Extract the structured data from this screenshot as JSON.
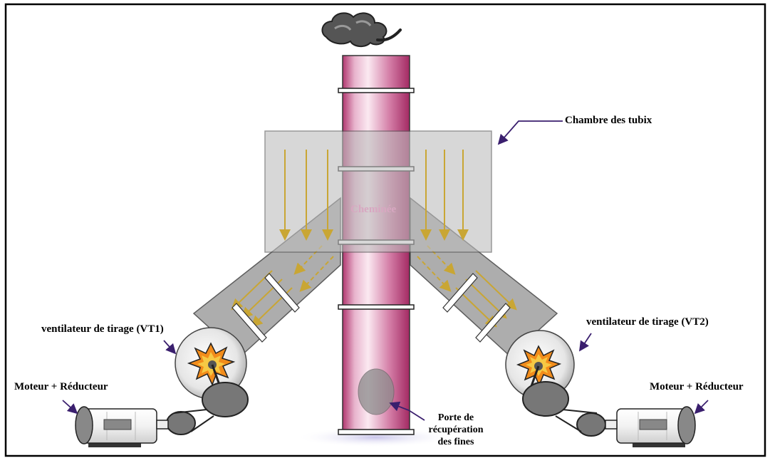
{
  "labels": {
    "chambre": "Chambre des tubix",
    "cheminee": "Cheminée",
    "vt1": "ventilateur de tirage (VT1)",
    "vt2": "ventilateur de tirage (VT2)",
    "moteur_left": "Moteur + Réducteur",
    "moteur_right": "Moteur + Réducteur",
    "porte_line1": "Porte de",
    "porte_line2": "récupération",
    "porte_line3": "des fines"
  },
  "icons": {
    "smoke": "smoke-cloud-icon",
    "fan": "fan-icon",
    "motor": "motor-icon",
    "gear": "gear-reducer-icon"
  },
  "colors": {
    "chimney_dark": "#b0376f",
    "chimney_light": "#fbe9f1",
    "chamber_fill": "#bdbdbd",
    "duct_fill": "#a9a9a9",
    "flow_arrow": "#c9a634",
    "fan_star_outer": "#f28c1b",
    "fan_star_inner": "#f6c944",
    "callout_line": "#3a1f6e",
    "motor_grey": "#8c8c8c",
    "frame": "#000000"
  }
}
